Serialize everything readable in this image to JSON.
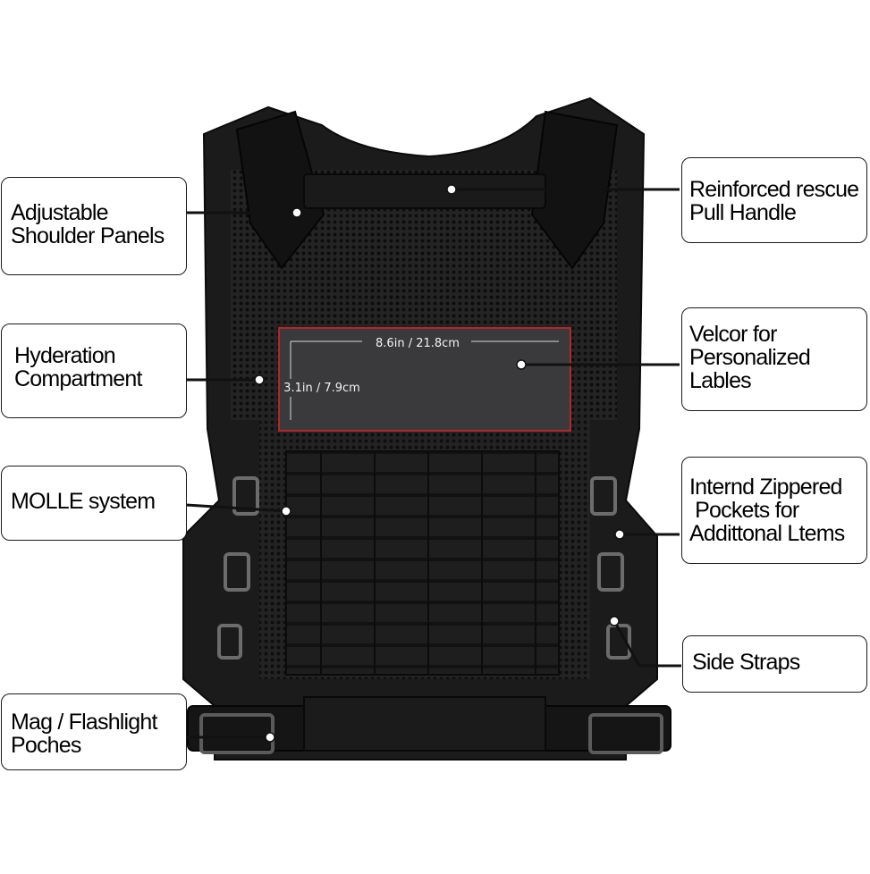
{
  "callouts": {
    "shoulder": [
      "Adjustable",
      "Shoulder Panels"
    ],
    "hydration": [
      "Hyderation",
      "Compartment"
    ],
    "molle": [
      "MOLLE system"
    ],
    "mag": [
      "Mag / Flashlight",
      "Poches"
    ],
    "handle": [
      "Reinforced rescue",
      "Pull Handle"
    ],
    "velcro": [
      "Velcor for",
      "Personalized",
      "Lables"
    ],
    "pockets": [
      "Internd Zippered",
      " Pockets for",
      "Addittonal Ltems"
    ],
    "straps": [
      "Side Straps"
    ]
  },
  "patch": {
    "width_label": "8.6in / 21.8cm",
    "height_label": "3.1in / 7.9cm"
  },
  "colors": {
    "vest": "#1c1c1c",
    "mesh": "#2a2a2a",
    "patch_border": "#b3262a",
    "patch_fill": "#3a3a3d",
    "leader": "#111111"
  }
}
